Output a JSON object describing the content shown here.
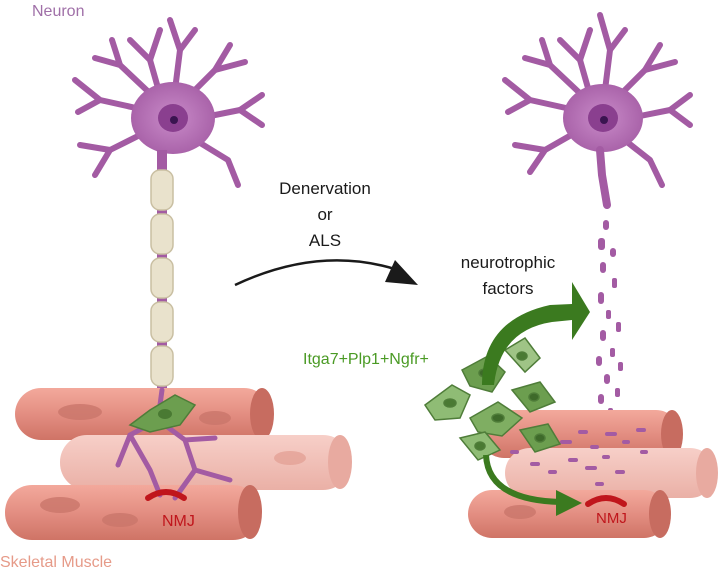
{
  "labels": {
    "neuron": "Neuron",
    "skeletal_muscle": "Skeletal Muscle",
    "nmj_left": "NMJ",
    "nmj_right": "NMJ",
    "condition_line1": "Denervation",
    "condition_line2": "or",
    "condition_line3": "ALS",
    "factors_line1": "neurotrophic",
    "factors_line2": "factors",
    "cell_marker": "Itga7+Plp1+Ngfr+"
  },
  "colors": {
    "neuron": "#a35ba3",
    "neuron_text": "#a070a8",
    "nucleus": "#6e2f7a",
    "myelin": "#e9e2cc",
    "muscle": "#e38e82",
    "muscle_pale": "#f0b9b0",
    "muscle_text": "#e69a88",
    "nmj": "#c0161c",
    "glia": "#6c9e4f",
    "green_arrow": "#3b7a1f",
    "marker_text": "#4a9a24",
    "black_arrow": "#1a1a1a"
  },
  "icons": [
    "neuron-icon",
    "degenerating-neuron-icon",
    "muscle-fiber-icon",
    "schwann-cell-icon",
    "curved-arrow-icon",
    "green-arrow-icon"
  ]
}
